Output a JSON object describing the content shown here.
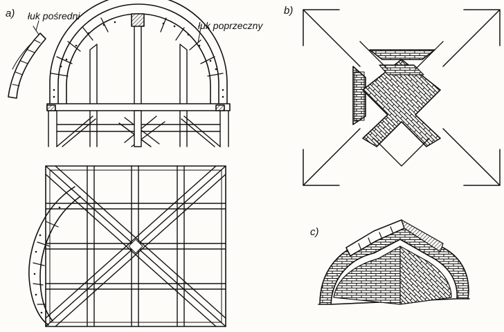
{
  "panels": {
    "a": {
      "letter": "a)"
    },
    "b": {
      "letter": "b)"
    },
    "c": {
      "letter": "c)"
    }
  },
  "labels": {
    "intermediate_arch": "łuk pośredni",
    "transverse_arch": "łuk poprzeczny"
  },
  "colors": {
    "ink": "#111111",
    "paper": "#fdfcf8"
  }
}
